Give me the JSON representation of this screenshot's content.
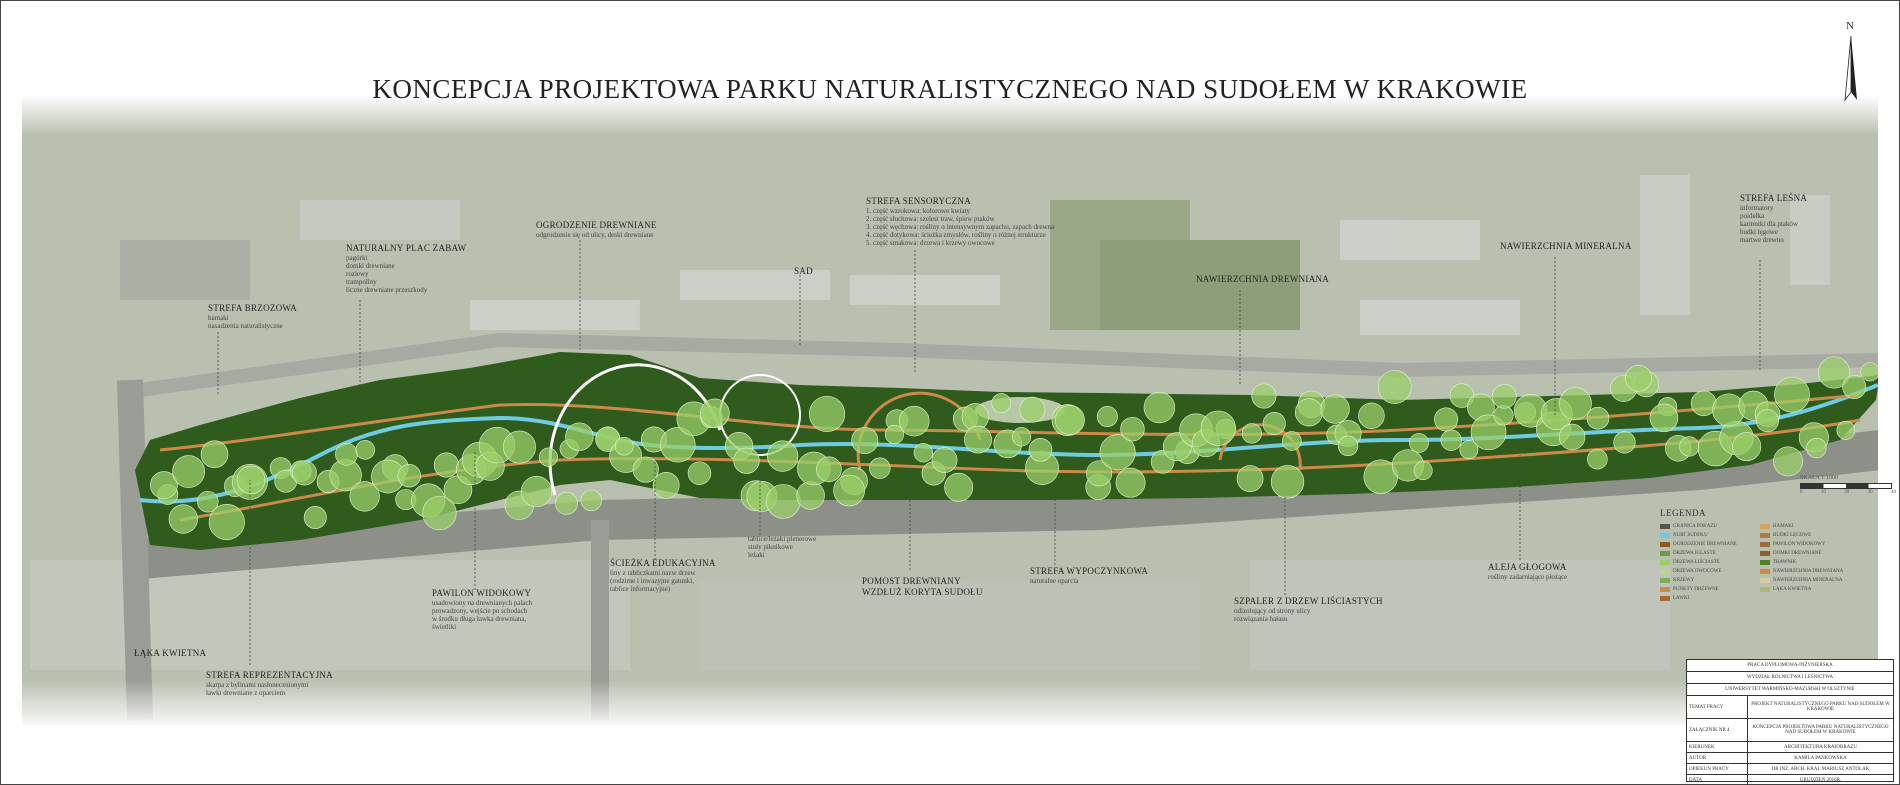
{
  "title": "KONCEPCJA PROJEKTOWA PARKU NATURALISTYCZNEGO NAD SUDOŁEM W KRAKOWIE",
  "north_label": "N",
  "colors": {
    "park": "#2f5c1c",
    "stream": "#6ecbe0",
    "path": "#c98a4a",
    "tree": "#9bcf6a"
  },
  "labels": [
    {
      "id": "strefa-brzozowa",
      "title": "STREFA BRZOZOWA",
      "lines": [
        "hamaki",
        "nasadzenia naturalistyczne"
      ]
    },
    {
      "id": "naturalny-plac-zabaw",
      "title": "NATURALNY PLAC ZABAW",
      "lines": [
        "pagórki",
        "domki drewniane",
        "rozlewy",
        "trampoliny",
        "liczne drewniane przeszkody"
      ]
    },
    {
      "id": "ogrodzenie",
      "title": "OGRODZENIE DREWNIANE",
      "lines": [
        "odgrodzenie się od ulicy, deski drewniane"
      ]
    },
    {
      "id": "sad",
      "title": "SAD",
      "lines": []
    },
    {
      "id": "strefa-sensoryczna",
      "title": "STREFA SENSORYCZNA",
      "lines": [
        "1. część wzrokowa: kolorowe kwiaty",
        "2. część słuchowa: szelest traw, śpiew ptaków",
        "3. część węchowa: rośliny o intensywnym zapachu, zapach drewna",
        "4. część dotykowa: ścieżka zmysłów, rośliny o różnej strukturze",
        "5. część smakowa: drzewa i krzewy owocowe"
      ]
    },
    {
      "id": "nawierzchnia-drewniana",
      "title": "NAWIERZCHNIA DREWNIANA",
      "lines": []
    },
    {
      "id": "nawierzchnia-mineralna",
      "title": "NAWIERZCHNIA MINERALNA",
      "lines": []
    },
    {
      "id": "strefa-lesna",
      "title": "STREFA LEŚNA",
      "lines": [
        "informatory",
        "poidełka",
        "karmniki dla ptaków",
        "budki lęgowe",
        "martwe drewno"
      ]
    },
    {
      "id": "pawilon-widokowy",
      "title": "PAWILON WIDOKOWY",
      "lines": [
        "usadowiony na drewnianych palach",
        "prowadzony, wejście po schodach",
        "w środku długa ławka drewniana,",
        "świetliki"
      ]
    },
    {
      "id": "sciezka-edukacyjna",
      "title": "ŚCIEŻKA EDUKACYJNA",
      "lines": [
        "liny z tabliczkami nazw drzew",
        "(rodzime i inwazyjne gatunki,",
        "tablice informacyjne)"
      ]
    },
    {
      "id": "tablice-piknikowe",
      "title": "",
      "lines": [
        "tablice/leżaki plenerowe",
        "stoły piknikowe",
        "leżaki"
      ]
    },
    {
      "id": "pomost",
      "title": "POMOST DREWNIANY",
      "lines": [
        "WZDŁUŻ KORYTA SUDOŁU"
      ]
    },
    {
      "id": "strefa-wypoczynkowa",
      "title": "STREFA WYPOCZYNKOWA",
      "lines": [
        "naturalne oparcia"
      ]
    },
    {
      "id": "szpaler",
      "title": "SZPALER Z DRZEW LIŚCIASTYCH",
      "lines": [
        "odizolujący od strony ulicy",
        "rozwiązania hałasu"
      ]
    },
    {
      "id": "aleja-glogowa",
      "title": "ALEJA GŁOGOWA",
      "lines": [
        "rośliny zadarniające płożące"
      ]
    },
    {
      "id": "laka-kwietna",
      "title": "ŁĄKA KWIETNA",
      "lines": []
    },
    {
      "id": "strefa-reprezentacyjna",
      "title": "STREFA REPREZENTACYJNA",
      "lines": [
        "skarpa z bylinami nasłonecznionymi",
        "ławki drewniane z oparciem"
      ]
    }
  ],
  "legend": {
    "title": "LEGENDA",
    "items": [
      {
        "label": "GRANICA POKAZU",
        "color": "#555555"
      },
      {
        "label": "NURT SUDOŁU",
        "color": "#6ecbe0"
      },
      {
        "label": "OGRODZENIE DREWNIANE",
        "color": "#8a5a2b"
      },
      {
        "label": "DRZEWA IGLASTE",
        "color": "#6f9a45"
      },
      {
        "label": "DRZEWA LIŚCIASTE",
        "color": "#9bcf6a"
      },
      {
        "label": "DRZEWA OWOCOWE",
        "color": "#b5d98c"
      },
      {
        "label": "KRZEWY",
        "color": "#7cae52"
      },
      {
        "label": "PUNKTY DRZEWNE",
        "color": "#c98a4a"
      },
      {
        "label": "ŁAWKI",
        "color": "#a66a35"
      },
      {
        "label": "HAMAKI",
        "color": "#d8a15c"
      },
      {
        "label": "BUDKI LĘGOWE",
        "color": "#b07a40"
      },
      {
        "label": "PAWILON WIDOKOWY",
        "color": "#9c6b3a"
      },
      {
        "label": "DOMKI DREWNIANE",
        "color": "#8c5f32"
      },
      {
        "label": "TRAWNIK",
        "color": "#4c7f2a"
      },
      {
        "label": "NAWIERZCHNIA DREWNIANA",
        "color": "#c98a4a"
      },
      {
        "label": "NAWIERZCHNIA MINERALNA",
        "color": "#d9c9a5"
      },
      {
        "label": "ŁĄKA KWIETNA",
        "color": "#a9b86a"
      }
    ]
  },
  "scale": {
    "label": "SKALA 1:1000",
    "ticks": [
      "0",
      "10",
      "20",
      "30",
      "40"
    ]
  },
  "title_block": {
    "rows": [
      {
        "full": "PRACA DYPLOMOWA-INŻYNIERSKA"
      },
      {
        "full": "WYDZIAŁ ROLNICTWA I LEŚNICTWA"
      },
      {
        "full": "UNIWERSYTET WARMIŃSKO-MAZURSKI W OLSZTYNIE"
      },
      {
        "key": "TEMAT PRACY",
        "value": "PROJEKT NATURALISTYCZNEGO PARKU NAD SUDOŁEM W KRAKOWIE"
      },
      {
        "key": "ZAŁĄCZNIK NR 4",
        "value": "KONCEPCJA PROJEKTOWA PARKU NATURALISTYCZNEGO NAD SUDOŁEM W KRAKOWIE"
      },
      {
        "key": "KIERUNEK",
        "value": "ARCHITEKTURA KRAJOBRAZU"
      },
      {
        "key": "AUTOR",
        "value": "KAMILA PANKOWSKA"
      },
      {
        "key": "OPIEKUN PRACY",
        "value": "DR INŻ. ARCH. KRAJ. MARIUSZ ANTOLAK"
      },
      {
        "key": "DATA",
        "value": "GRUDZIEŃ 2016R."
      }
    ]
  }
}
